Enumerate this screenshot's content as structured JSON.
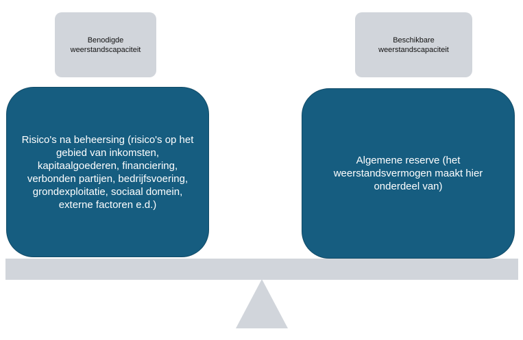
{
  "left": {
    "label": "Benodigde weerstandscapaciteit",
    "content": "Risico's na beheersing (risico's op het gebied van inkomsten, kapitaalgoederen, financiering, verbonden partijen, bedrijfsvoering, grondexploitatie, sociaal domein, externe factoren e.d.)"
  },
  "right": {
    "label": "Beschikbare weerstandscapaciteit",
    "content": "Algemene reserve (het weerstandsvermogen maakt hier onderdeel van)"
  },
  "colors": {
    "label_bg": "#d1d5db",
    "box_bg": "#165d80",
    "box_text": "#ffffff",
    "scale": "#d1d5db"
  }
}
